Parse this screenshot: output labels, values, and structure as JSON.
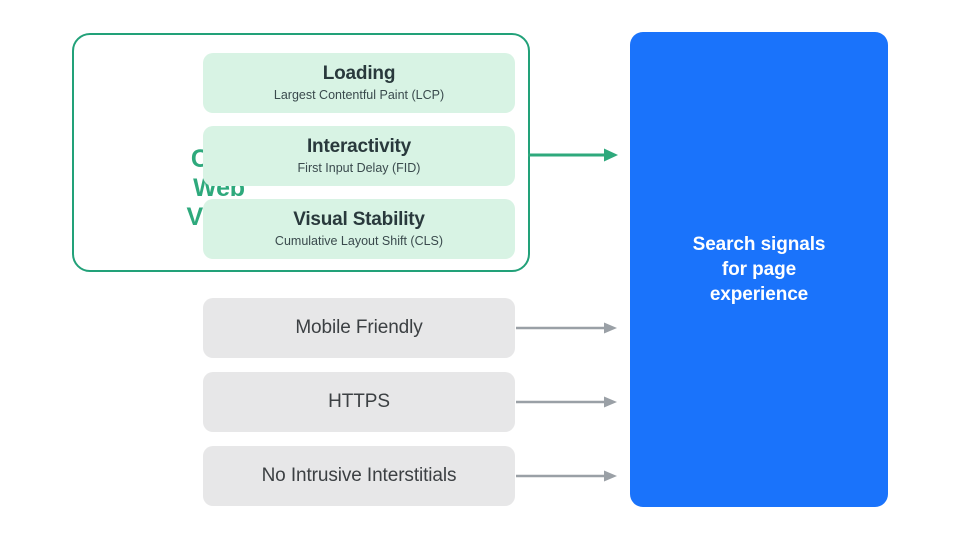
{
  "diagram": {
    "core_web_vitals": {
      "group_label": "Core Web Vitals",
      "group_label_lines": [
        "Core",
        "Web",
        "Vitals"
      ],
      "border_color": "#22a179",
      "label_color": "#2ea97c",
      "box_color": "#d8f3e4",
      "metrics": [
        {
          "title": "Loading",
          "subtitle": "Largest Contentful Paint (LCP)"
        },
        {
          "title": "Interactivity",
          "subtitle": "First Input Delay (FID)"
        },
        {
          "title": "Visual Stability",
          "subtitle": "Cumulative Layout Shift (CLS)"
        }
      ]
    },
    "other_signals": {
      "box_color": "#e7e7e8",
      "arrow_color": "#9aa0a6",
      "items": [
        {
          "label": "Mobile Friendly"
        },
        {
          "label": "HTTPS"
        },
        {
          "label": "No Intrusive Interstitials"
        }
      ]
    },
    "output_panel": {
      "text": "Search signals\nfor page\nexperience",
      "background_color": "#1a73fb",
      "text_color": "#ffffff"
    },
    "arrows": {
      "green_color": "#2ea97c",
      "grey_color": "#9aa0a6"
    }
  }
}
